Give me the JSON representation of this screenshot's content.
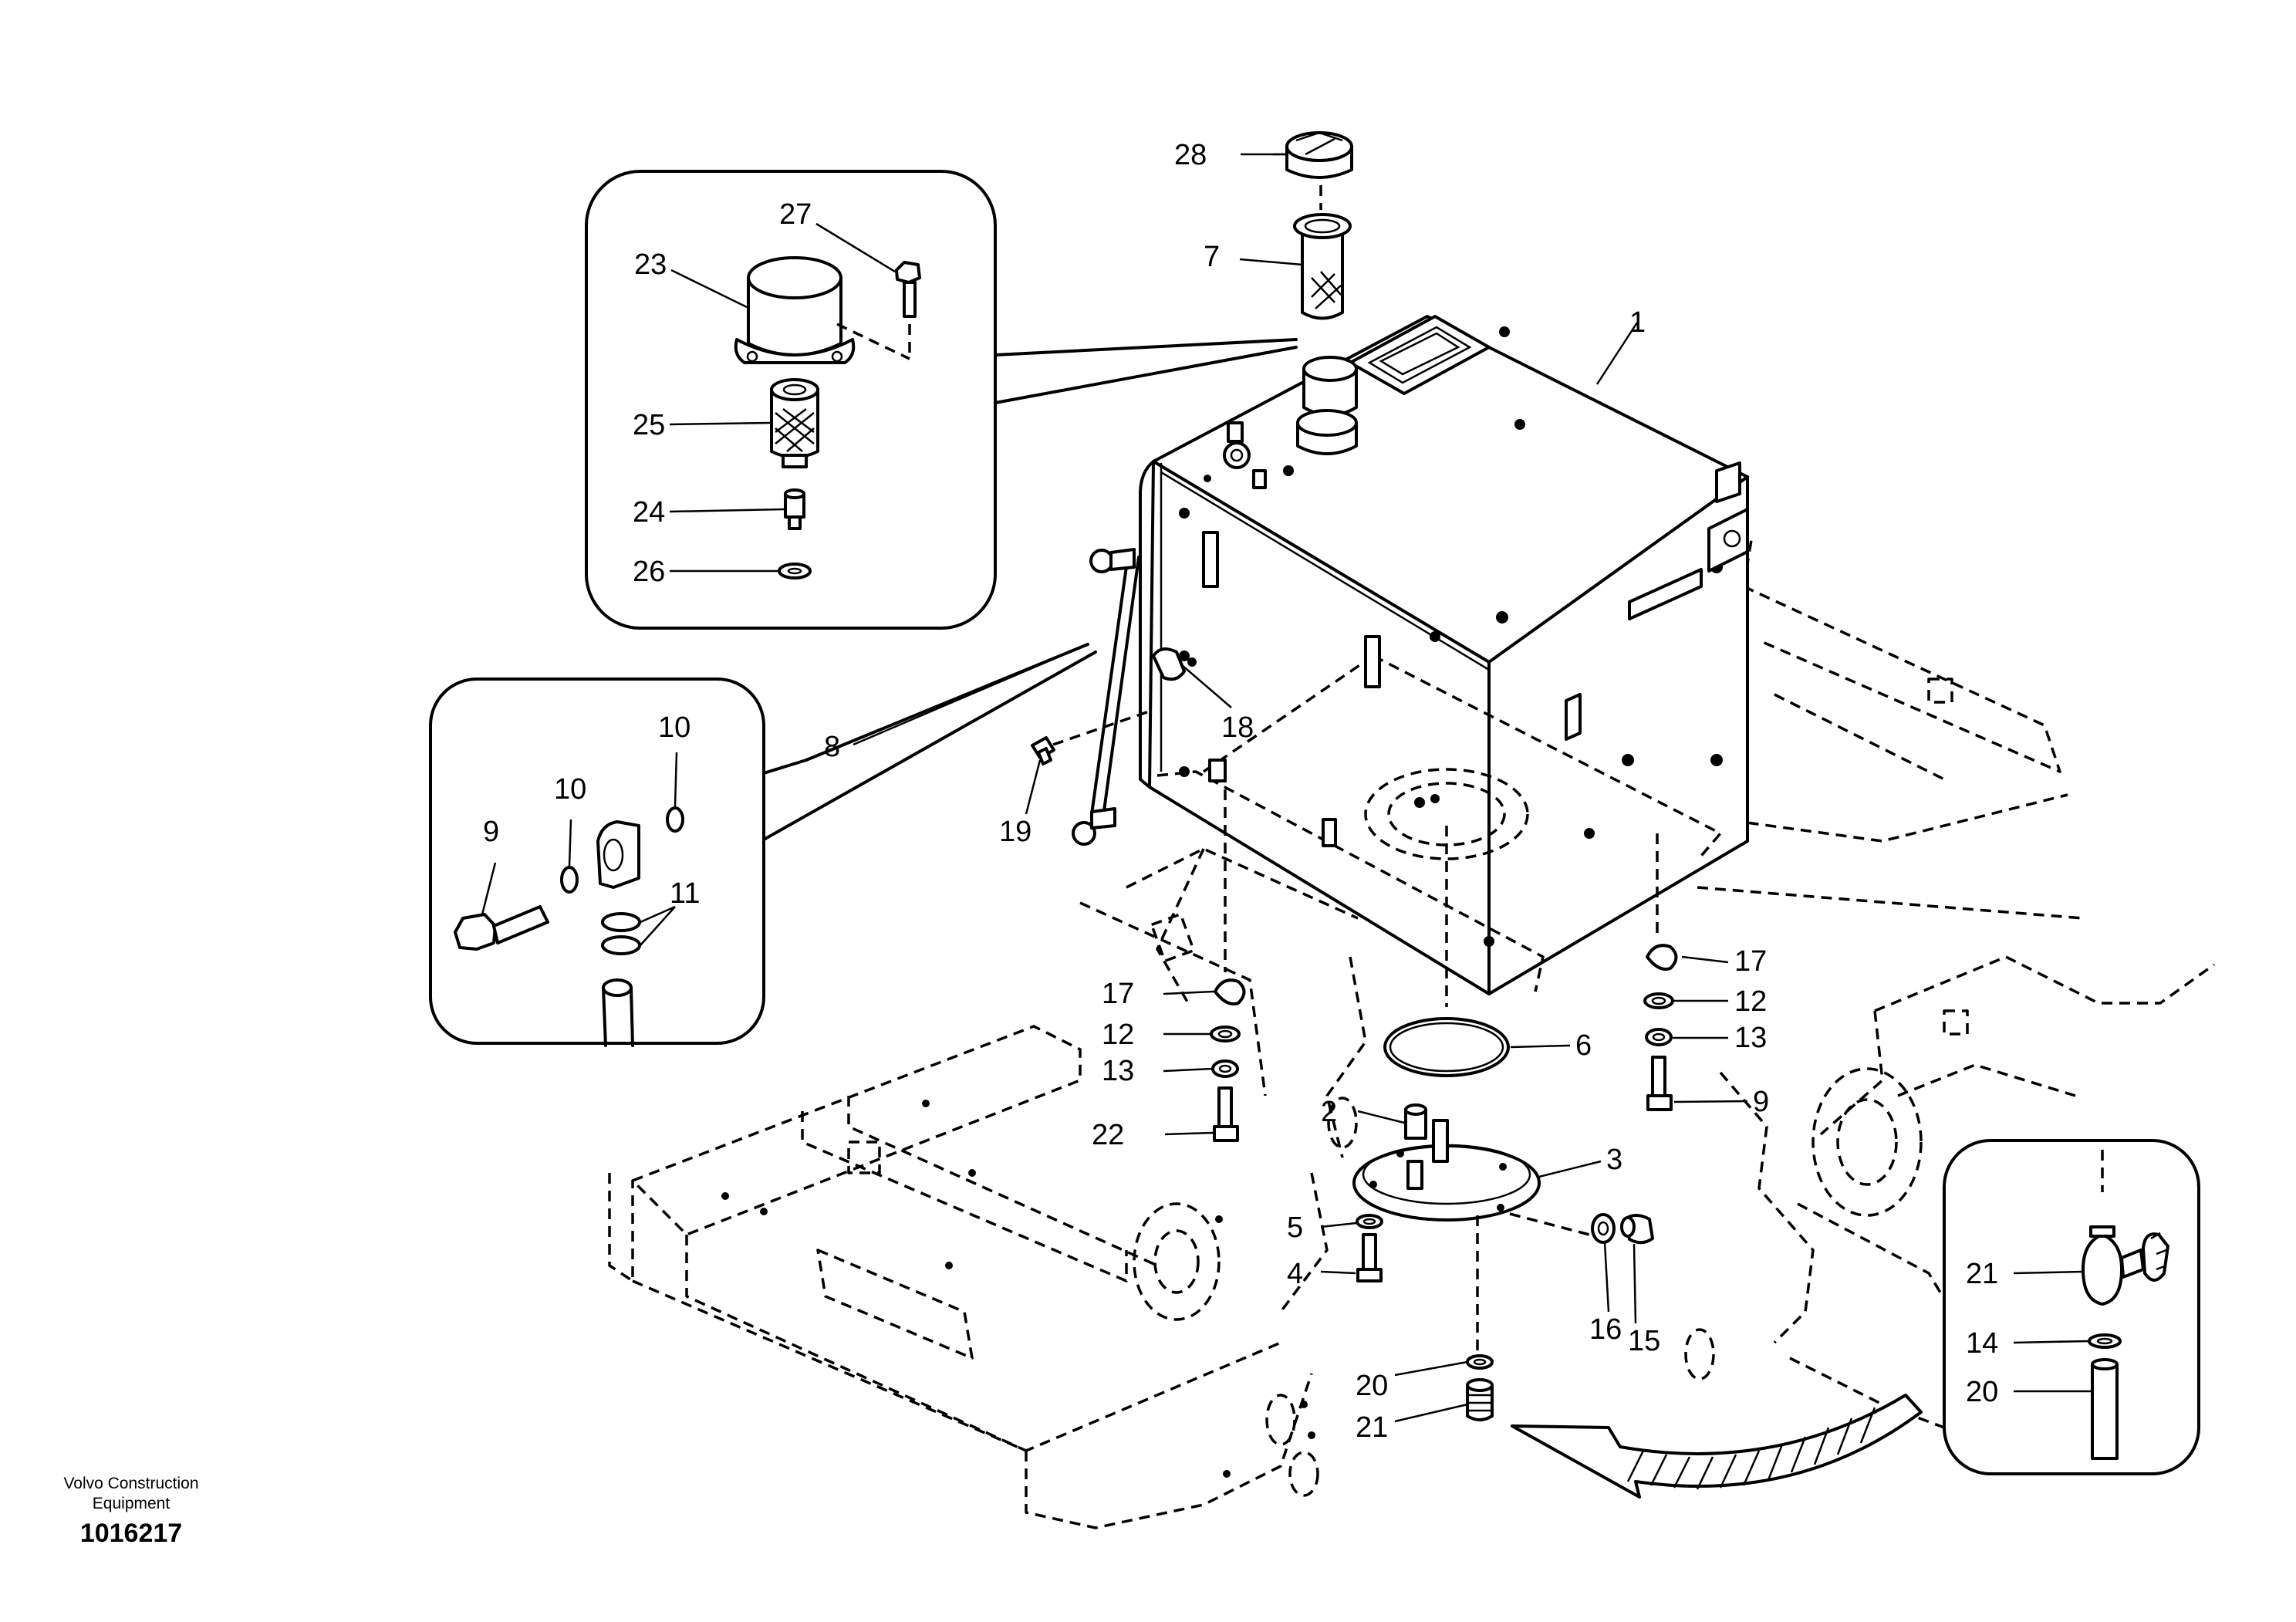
{
  "footer": {
    "brand_line1": "Volvo Construction",
    "brand_line2": "Equipment",
    "figure_number": "1016217"
  },
  "labels": {
    "p1": "1",
    "p2": "2",
    "p3": "3",
    "p4": "4",
    "p5": "5",
    "p6": "6",
    "p7": "7",
    "p8": "8",
    "p9_inset": "9",
    "p9_main": "9",
    "p10_a": "10",
    "p10_b": "10",
    "p11": "11",
    "p12_left": "12",
    "p12_right": "12",
    "p13_left": "13",
    "p13_right": "13",
    "p14": "14",
    "p15": "15",
    "p16": "16",
    "p17_left": "17",
    "p17_right": "17",
    "p18": "18",
    "p19": "19",
    "p20_main": "20",
    "p20_inset": "20",
    "p21_main": "21",
    "p21_inset": "21",
    "p22": "22",
    "p23": "23",
    "p24": "24",
    "p25": "25",
    "p26": "26",
    "p27": "27",
    "p28": "28"
  }
}
